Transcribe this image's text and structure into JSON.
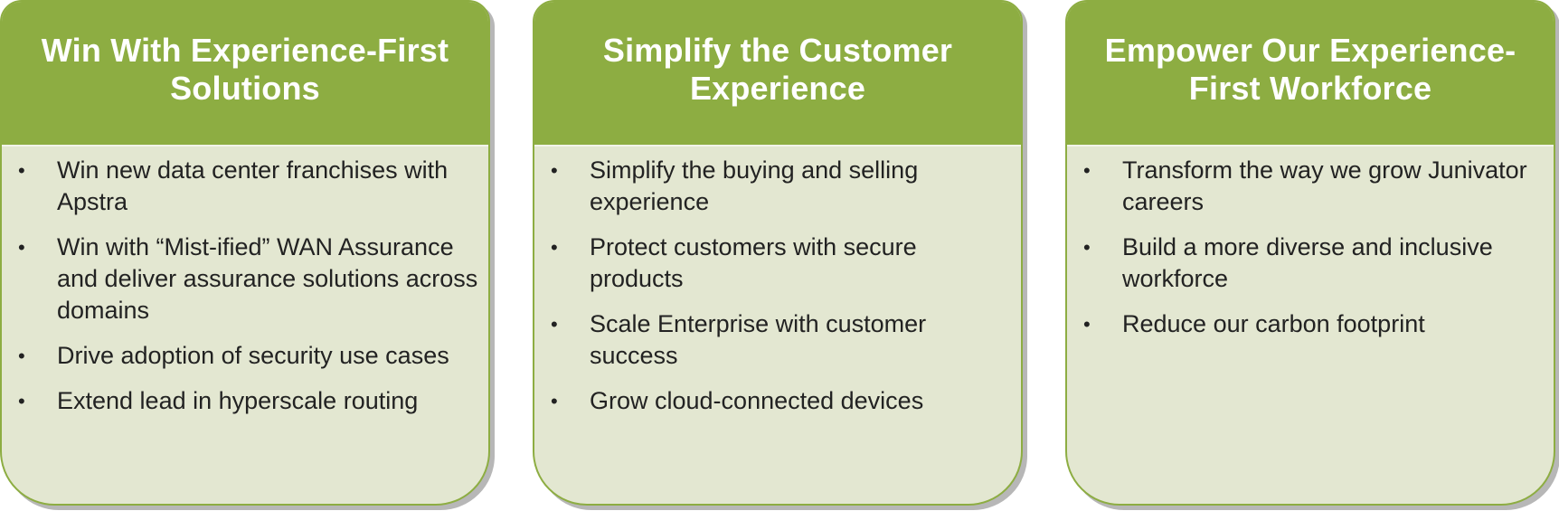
{
  "columns": [
    {
      "title": "Win With Experience-First Solutions",
      "items": [
        "Win new data center franchises with Apstra",
        "Win with “Mist-ified” WAN Assurance and deliver assurance solutions across domains",
        "Drive adoption of security use cases",
        "Extend lead in hyperscale routing"
      ]
    },
    {
      "title": "Simplify the Customer Experience",
      "items": [
        "Simplify the buying and selling experience",
        "Protect customers with secure products",
        "Scale Enterprise with customer success",
        "Grow cloud-connected devices"
      ]
    },
    {
      "title": "Empower Our Experience-First Workforce",
      "items": [
        "Transform the way we grow Junivator careers",
        "Build a more diverse and inclusive workforce",
        "Reduce our carbon footprint"
      ]
    }
  ],
  "bullet_glyph": "•",
  "colors": {
    "header_green": "#8dad42",
    "card_background": "#e3e7d1",
    "text_dark": "#222222",
    "title_text": "#ffffff"
  }
}
